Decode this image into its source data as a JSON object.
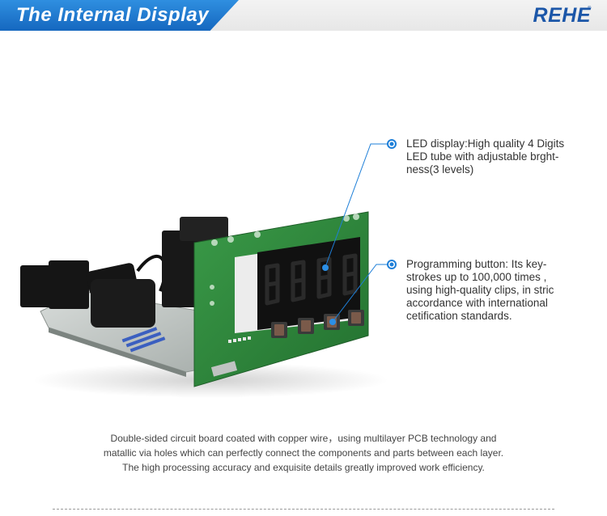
{
  "header": {
    "title": "The Internal Display",
    "brand": "REHE"
  },
  "callouts": [
    {
      "lines": [
        "LED display:High quality 4 Digits",
        "LED tube with adjustable brght-",
        "ness(3 levels)"
      ]
    },
    {
      "lines": [
        "Programming button:  Its key-",
        "strokes up to 100,000 times ,",
        "using high-quality clips, in stric",
        "accordance with international",
        "cetification standards."
      ]
    }
  ],
  "description": {
    "lines": [
      "Double-sided circuit board coated with copper wire，using multilayer PCB technology and",
      "matallic via holes which can perfectly connect the components and parts between each layer.",
      "The high processing accuracy and exquisite details greatly improved work efficiency."
    ]
  },
  "display": {
    "digits": "8.8.8.8."
  },
  "colors": {
    "banner_blue": "#1f78d1",
    "brand_blue": "#1b56a8",
    "pcb_green": "#2f8a3c",
    "callout_line": "#1e7fd8",
    "led_red": "#d81e1e"
  }
}
